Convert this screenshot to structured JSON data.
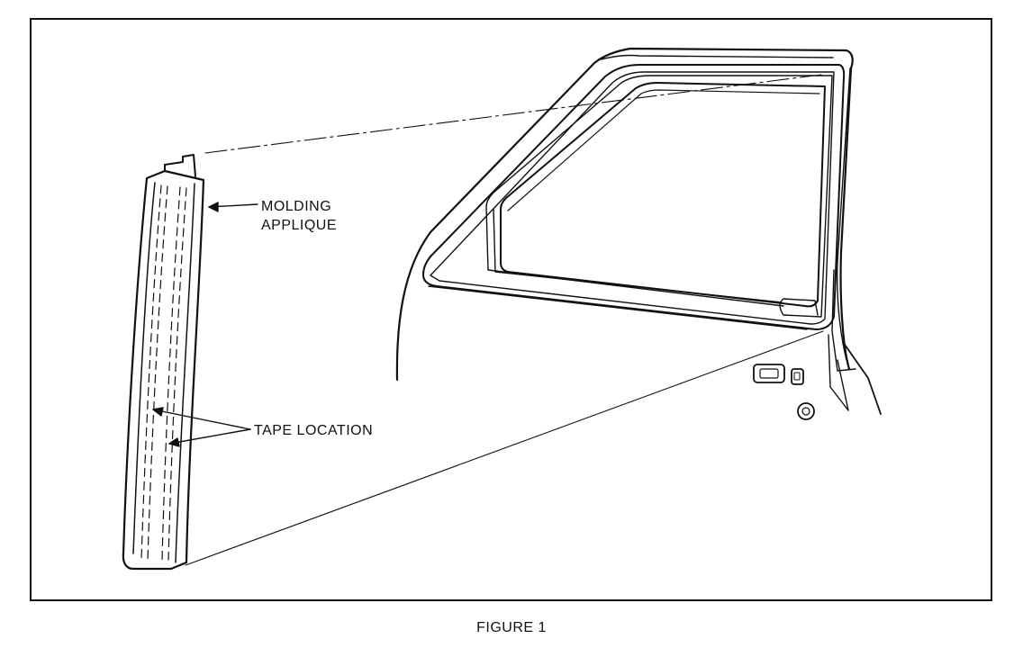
{
  "diagram": {
    "labels": {
      "molding": "MOLDING",
      "applique": "APPLIQUE",
      "tape_location": "TAPE LOCATION"
    },
    "caption": "FIGURE 1"
  }
}
